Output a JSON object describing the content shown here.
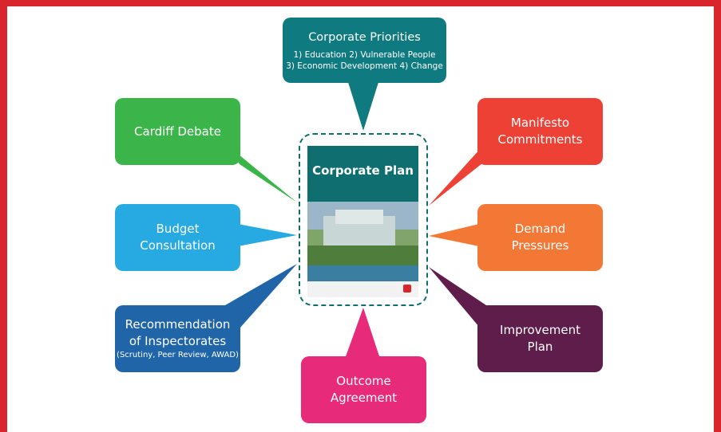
{
  "colors": {
    "frame": "#d9262c",
    "teal": "#0f7b80",
    "green": "#3bb54a",
    "red": "#ee4136",
    "light_blue": "#27a9e1",
    "orange": "#f37735",
    "dark_blue": "#1f65a8",
    "purple": "#5e1d4a",
    "pink": "#e72a7a"
  },
  "center": {
    "title": "Corporate Plan"
  },
  "nodes": {
    "priorities": {
      "title": "Corporate Priorities",
      "line1": "1) Education  2) Vulnerable People",
      "line2": "3) Economic Development  4) Change"
    },
    "cardiff_debate": {
      "label": "Cardiff Debate"
    },
    "manifesto": {
      "line1": "Manifesto",
      "line2": "Commitments"
    },
    "budget": {
      "line1": "Budget",
      "line2": "Consultation"
    },
    "demand": {
      "line1": "Demand",
      "line2": "Pressures"
    },
    "recommendation": {
      "line1": "Recommendation",
      "line2": "of Inspectorates",
      "line3": "(Scrutiny, Peer Review, AWAD)"
    },
    "improvement": {
      "line1": "Improvement",
      "line2": "Plan"
    },
    "outcome": {
      "line1": "Outcome",
      "line2": "Agreement"
    }
  }
}
